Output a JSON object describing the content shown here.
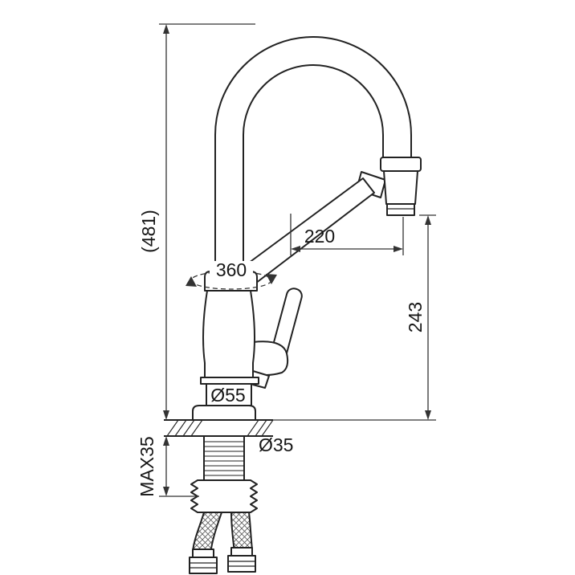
{
  "drawing": {
    "type": "faucet-technical-drawing",
    "background": "#ffffff",
    "line_color": "#222222",
    "dimension_line_color": "#333333"
  },
  "dimensions": {
    "overall_height": "(481)",
    "spout_reach": "220",
    "swivel_angle": "360",
    "outlet_height": "243",
    "base_diameter": "Ø55",
    "shank_diameter": "Ø35",
    "max_deck_thickness": "MAX35"
  }
}
